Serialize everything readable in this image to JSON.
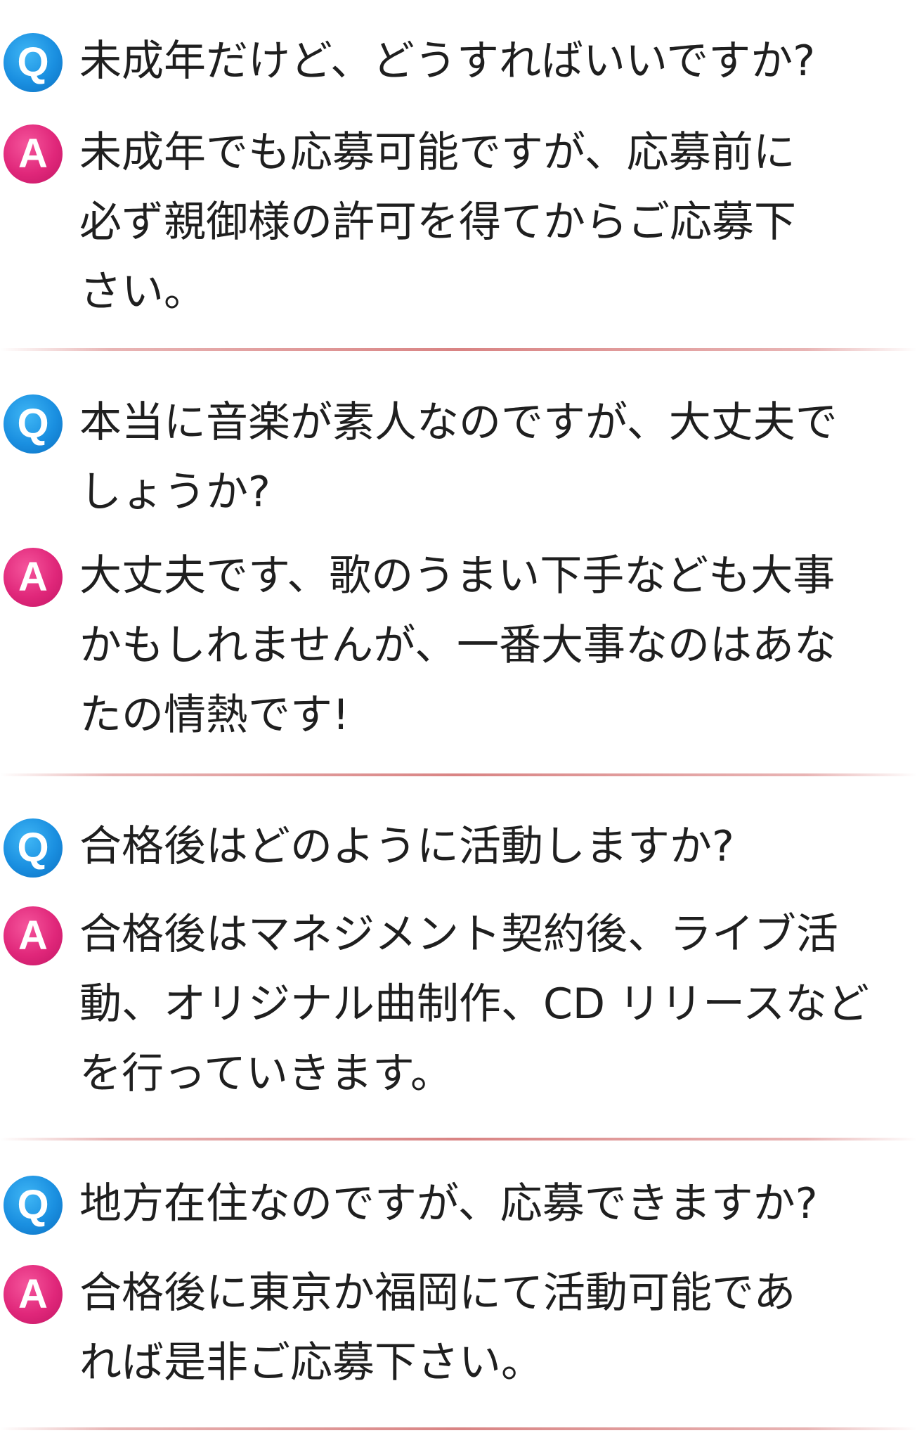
{
  "faq": [
    {
      "q_mark": "Q",
      "a_mark": "A",
      "question": "未成年だけど、どうすればいいですか?",
      "answer": "未成年でも応募可能ですが、応募前に\n必ず親御様の許可を得てからご応募下\nさい。"
    },
    {
      "q_mark": "Q",
      "a_mark": "A",
      "question": "本当に音楽が素人なのですが、大丈夫で\nしょうか?",
      "answer": "大丈夫です、歌のうまい下手なども大事\nかもしれませんが、一番大事なのはあな\nたの情熱です!"
    },
    {
      "q_mark": "Q",
      "a_mark": "A",
      "question": "合格後はどのように活動しますか?",
      "answer": "合格後はマネジメント契約後、ライブ活\n動、オリジナル曲制作、CD リリースなど\nを行っていきます。"
    },
    {
      "q_mark": "Q",
      "a_mark": "A",
      "question": "地方在住なのですが、応募できますか?",
      "answer": "合格後に東京か福岡にて活動可能であ\nれば是非ご応募下さい。"
    }
  ],
  "colors": {
    "q_badge": "#1a8fe0",
    "a_badge": "#e0277a",
    "divider": "#d26e6e",
    "text": "#1f1f1f"
  }
}
